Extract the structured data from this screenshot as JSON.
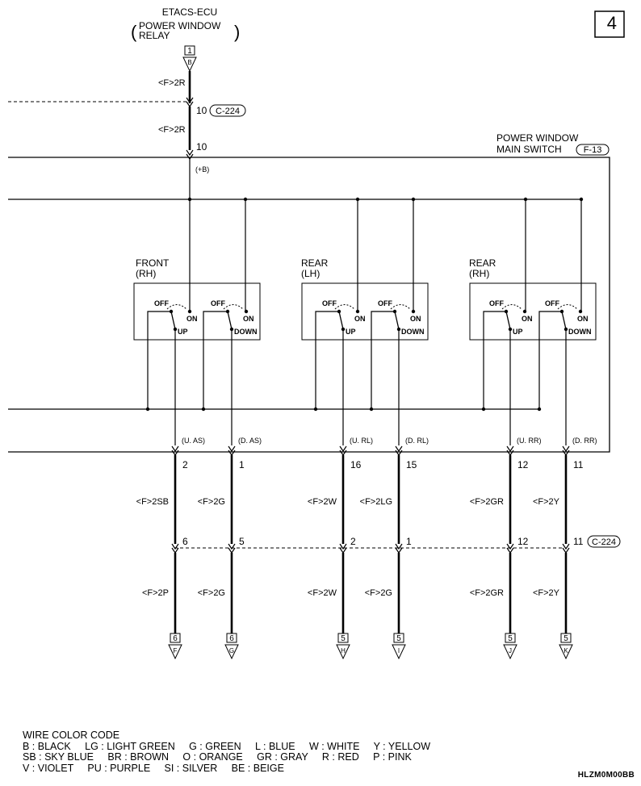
{
  "page_number": "4",
  "ecu": {
    "name": "ETACS-ECU",
    "sub1": "POWER WINDOW",
    "sub2": "RELAY",
    "pin": "1",
    "connector_letter": "B"
  },
  "top_wires": {
    "wire1": "<F>2R",
    "wire2": "<F>2R",
    "conn_pin": "10",
    "conn_name": "C-224",
    "switch_pin": "10",
    "plus_b": "(+B)"
  },
  "main_switch": {
    "line1": "POWER WINDOW",
    "line2": "MAIN SWITCH",
    "connector": "F-13"
  },
  "switch_text": {
    "off": "OFF",
    "on": "ON",
    "up": "UP",
    "down": "DOWN"
  },
  "groups": [
    {
      "line1": "FRONT",
      "line2": "(RH)"
    },
    {
      "line1": "REAR",
      "line2": "(LH)"
    },
    {
      "line1": "REAR",
      "line2": "(RH)"
    }
  ],
  "bottom_connector": "C-224",
  "outputs": [
    {
      "signal": "(U. AS)",
      "pin_top": "2",
      "wire_top": "<F>2SB",
      "pin_mid": "6",
      "wire_bot": "<F>2P",
      "page": "6",
      "letter": "F"
    },
    {
      "signal": "(D. AS)",
      "pin_top": "1",
      "wire_top": "<F>2G",
      "pin_mid": "5",
      "wire_bot": "<F>2G",
      "page": "6",
      "letter": "G"
    },
    {
      "signal": "(U. RL)",
      "pin_top": "16",
      "wire_top": "<F>2W",
      "pin_mid": "2",
      "wire_bot": "<F>2W",
      "page": "5",
      "letter": "H"
    },
    {
      "signal": "(D. RL)",
      "pin_top": "15",
      "wire_top": "<F>2LG",
      "pin_mid": "1",
      "wire_bot": "<F>2G",
      "page": "5",
      "letter": "I"
    },
    {
      "signal": "(U. RR)",
      "pin_top": "12",
      "wire_top": "<F>2GR",
      "pin_mid": "12",
      "wire_bot": "<F>2GR",
      "page": "5",
      "letter": "J"
    },
    {
      "signal": "(D. RR)",
      "pin_top": "11",
      "wire_top": "<F>2Y",
      "pin_mid": "11",
      "wire_bot": "<F>2Y",
      "page": "5",
      "letter": "K"
    }
  ],
  "legend": {
    "title": "WIRE COLOR CODE",
    "line1": "B : BLACK     LG : LIGHT GREEN     G : GREEN     L : BLUE     W : WHITE     Y : YELLOW",
    "line2": "SB : SKY BLUE     BR : BROWN     O : ORANGE     GR : GRAY     R : RED     P : PINK",
    "line3": "V : VIOLET     PU : PURPLE     SI : SILVER     BE : BEIGE"
  },
  "doc_id": "HLZM0M00BB"
}
